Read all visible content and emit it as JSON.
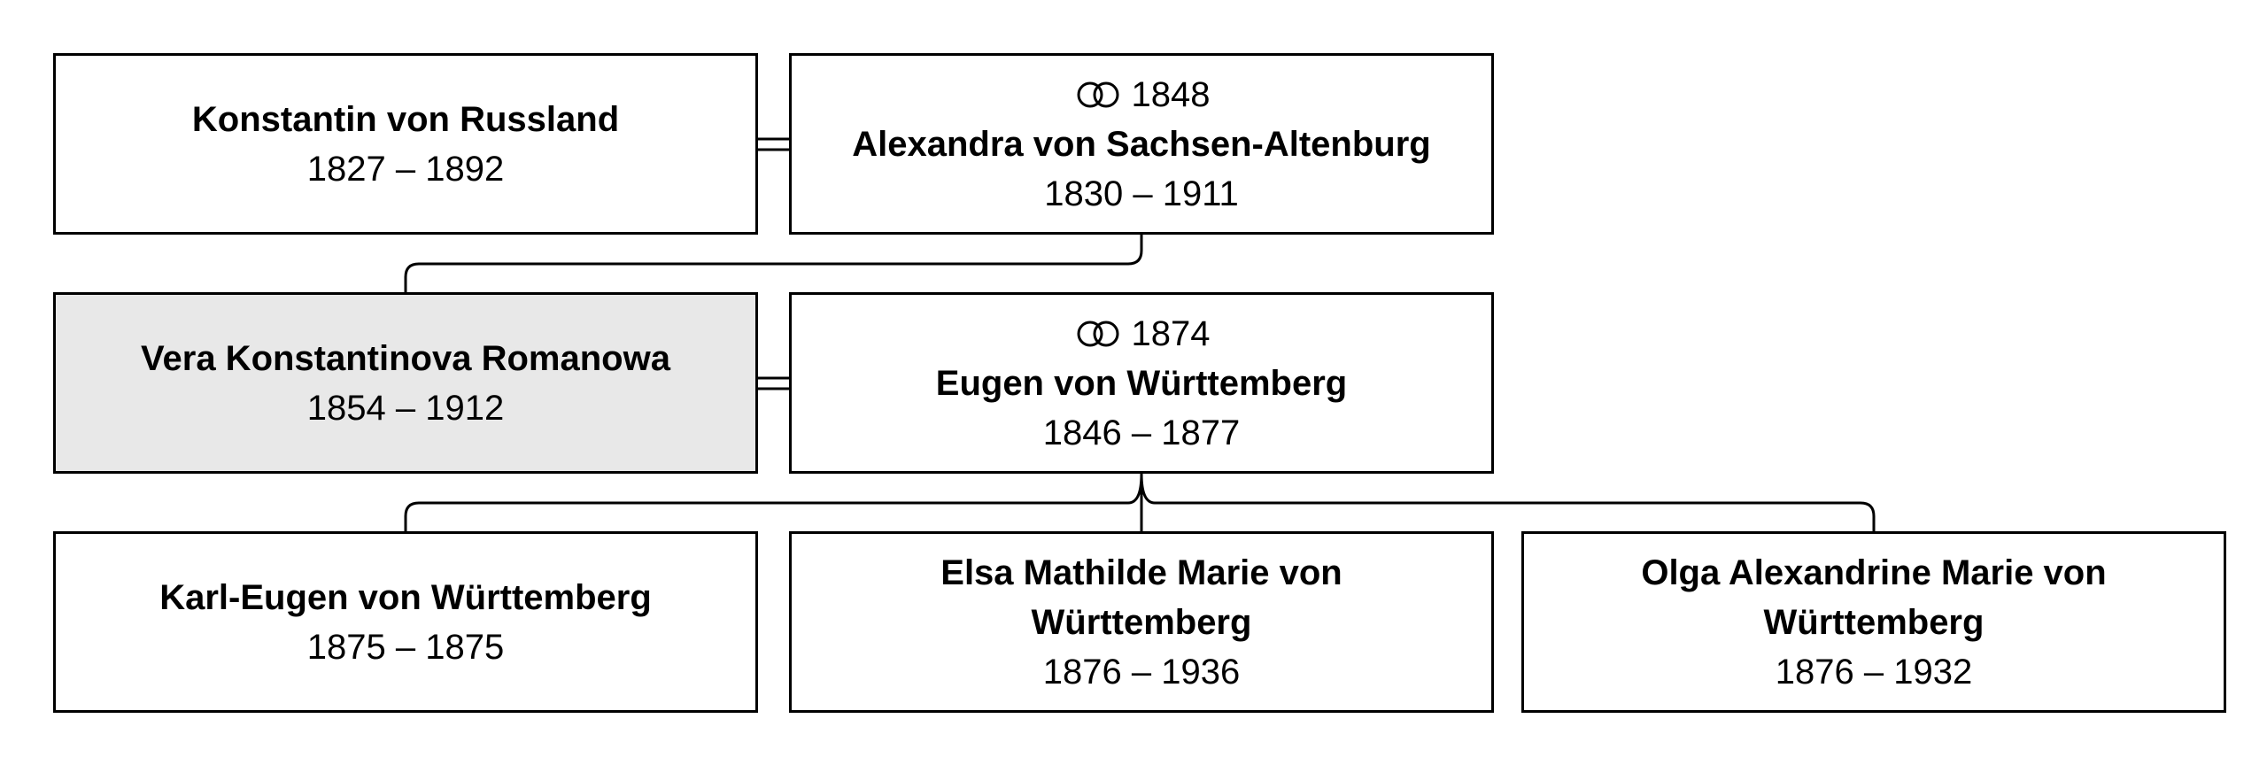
{
  "people": {
    "konstantin": {
      "name": "Konstantin von Russland",
      "dates": "1827 – 1892"
    },
    "alexandra": {
      "marriage_year": "1848",
      "name": "Alexandra von Sachsen-Altenburg",
      "dates": "1830 – 1911"
    },
    "vera": {
      "name": "Vera Konstantinova Romanowa",
      "dates": "1854 – 1912"
    },
    "eugen": {
      "marriage_year": "1874",
      "name": "Eugen von Württemberg",
      "dates": "1846 – 1877"
    },
    "karl_eugen": {
      "name": "Karl-Eugen von Württemberg",
      "dates": "1875 – 1875"
    },
    "elsa": {
      "name": "Elsa Mathilde Marie von Württemberg",
      "dates": "1876 – 1936"
    },
    "olga": {
      "name": "Olga Alexandrine Marie von Württemberg",
      "dates": "1876 – 1932"
    }
  },
  "colors": {
    "highlight_fill": "#e8e8e8",
    "line": "#000000"
  },
  "icons": {
    "marriage": "marriage-rings-icon"
  }
}
